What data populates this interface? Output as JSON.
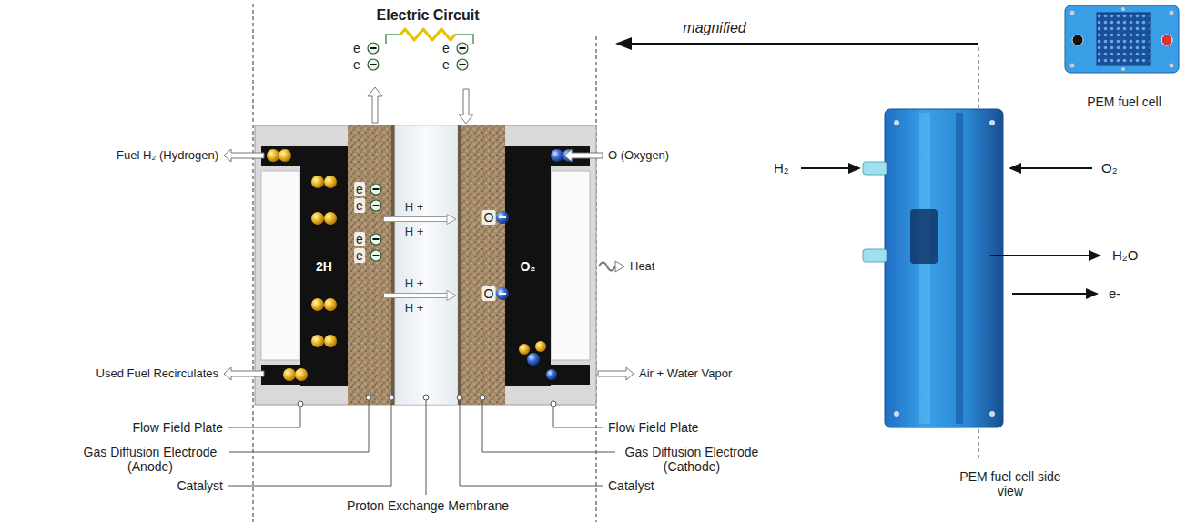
{
  "diagram": {
    "nodes": [
      {
        "text": [
          "2H"
        ]
      },
      {
        "text": [
          "O₂"
        ]
      }
    ],
    "labels": [
      "Electric Circuit",
      "e",
      "e",
      "e",
      "e",
      "magnified",
      "PEM fuel cell",
      "Fuel H₂ (Hydrogen)",
      "O (Oxygen)",
      "e",
      "e",
      "H +",
      "H +",
      "O",
      "Heat",
      "e",
      "e",
      "H +",
      "H +",
      "O",
      "Used Fuel Recirculates",
      "Air + Water Vapor",
      "Flow Field Plate",
      "Flow Field Plate",
      "Gas Diffusion Electrode (Anode)",
      "Gas Diffusion Electrode (Cathode)",
      "Catalyst",
      "Catalyst",
      "Proton Exchange Membrane",
      "H₂",
      "O₂",
      "H₂O",
      "e-",
      "PEM fuel cell side view"
    ]
  }
}
